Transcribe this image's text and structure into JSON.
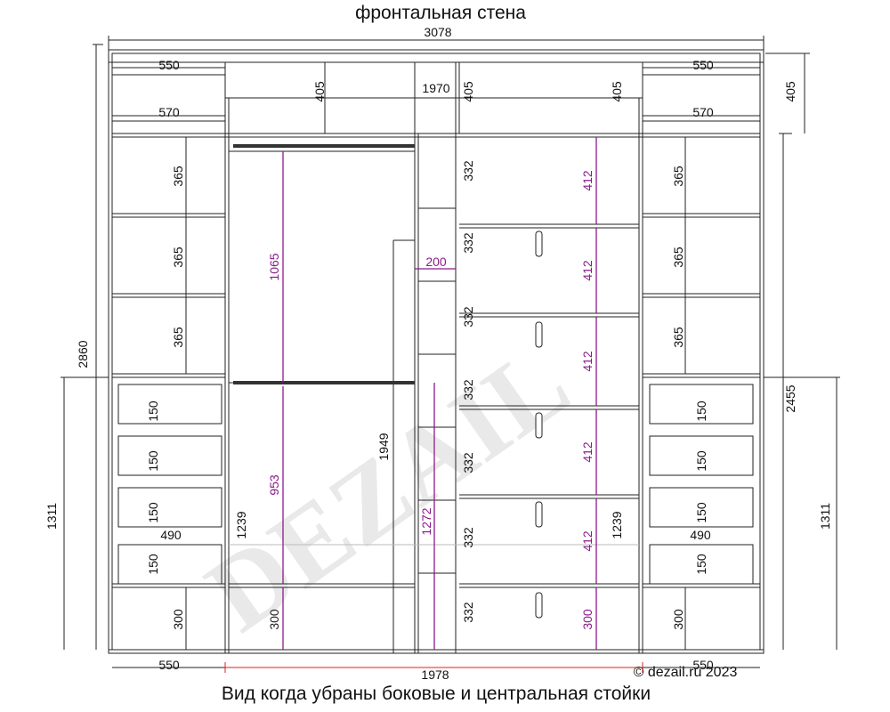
{
  "header": {
    "title": "фронтальная стена",
    "total_width": "3078"
  },
  "footer": {
    "caption": "Вид когда убраны боковые и центральная стойки",
    "copyright": "© dezail.ru 2023"
  },
  "dims": {
    "top_left_width": "550",
    "top_right_width": "550",
    "top_center_width": "1970",
    "mezzanine_height_a": "405",
    "mezzanine_height_b": "405",
    "mezzanine_height_c": "405",
    "right_top_height": "405",
    "left_mid_width": "570",
    "right_mid_width": "570",
    "total_height": "2860",
    "right_total_height": "2455",
    "left_lower_height": "1311",
    "right_lower_height": "1311",
    "left_shelf_1": "365",
    "left_shelf_2": "365",
    "left_shelf_3": "365",
    "right_shelf_1": "365",
    "right_shelf_2": "365",
    "right_shelf_3": "365",
    "left_drawer_1": "150",
    "left_drawer_2": "150",
    "left_drawer_3": "150",
    "left_drawer_4": "150",
    "right_drawer_1": "150",
    "right_drawer_2": "150",
    "right_drawer_3": "150",
    "right_drawer_4": "150",
    "left_drawer_width": "490",
    "right_drawer_width": "490",
    "left_bottom": "300",
    "right_bottom": "300",
    "left_section_height": "1239",
    "right_section_height": "1239",
    "hang_upper": "1065",
    "hang_lower": "953",
    "hang_bottom": "300",
    "long_hang": "1949",
    "narrow_width": "200",
    "narrow_height": "1272",
    "center_shelf_1": "332",
    "center_shelf_2": "332",
    "center_shelf_3": "332",
    "center_shelf_4": "332",
    "center_shelf_5": "332",
    "center_shelf_6": "332",
    "center_shelf_7": "332",
    "right_center_1": "412",
    "right_center_2": "412",
    "right_center_3": "412",
    "right_center_4": "412",
    "right_center_5": "412",
    "right_center_bottom": "300",
    "bottom_left_width": "550",
    "bottom_right_width": "550",
    "bottom_center_width": "1978"
  },
  "watermark": {
    "text": "DEZAIL"
  },
  "colors": {
    "line": "#222222",
    "purple": "#8b1a8b",
    "red": "#e02020",
    "watermark": "#d8d8d8"
  }
}
